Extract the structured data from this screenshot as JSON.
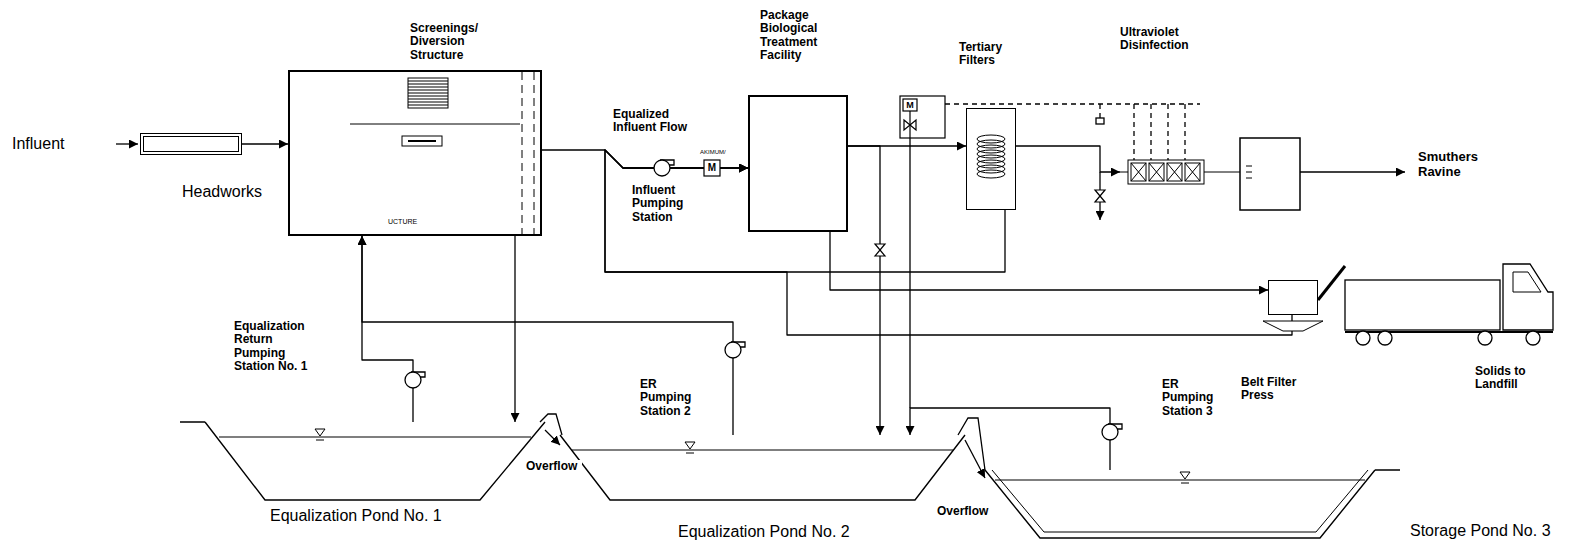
{
  "diagram": {
    "nodes": [
      {
        "text": [
          "Headworks"
        ]
      },
      {
        "text": [
          "Screenings/ Diversion Structure",
          "UCTURE"
        ]
      },
      {
        "text": [
          "Package Biological Treatment Facility"
        ]
      },
      {
        "text": [
          "Tertiary Filters"
        ]
      },
      {
        "text": [
          "Ultraviolet Disinfection"
        ]
      },
      {
        "text": [
          "Belt Filter Press"
        ]
      },
      {
        "text": [
          "Solids to Landfill"
        ]
      },
      {
        "text": [
          "Equalization Pond No. 1"
        ]
      },
      {
        "text": [
          "Equalization Pond No. 2"
        ]
      },
      {
        "text": [
          "Storage Pond No. 3"
        ]
      }
    ],
    "edges": [
      {
        "from": 0,
        "to": 1,
        "arrow": "to"
      },
      {
        "from": 1,
        "to": 2,
        "arrow": "to"
      },
      {
        "from": 2,
        "to": 3,
        "arrow": "to"
      },
      {
        "from": 3,
        "to": 4,
        "arrow": "to"
      },
      {
        "from": 1,
        "to": 7,
        "arrow": "to"
      },
      {
        "from": 7,
        "to": 1,
        "arrow": "to"
      },
      {
        "from": 8,
        "to": 1,
        "arrow": "to"
      },
      {
        "from": 7,
        "to": 8,
        "arrow": "to"
      },
      {
        "from": 8,
        "to": 9,
        "arrow": "to"
      },
      {
        "from": 2,
        "to": 8,
        "arrow": "to"
      },
      {
        "from": 9,
        "to": 8,
        "arrow": "to"
      },
      {
        "from": 2,
        "to": 5,
        "arrow": "to"
      },
      {
        "from": 5,
        "to": 2,
        "arrow": "to"
      },
      {
        "from": 3,
        "to": 2,
        "arrow": "to"
      },
      {
        "from": 5,
        "to": 6,
        "arrow": "none"
      }
    ],
    "labels": [
      "Influent",
      "Equalized Influent Flow",
      "AKIMUM/",
      "M",
      "Influent Pumping Station",
      "M",
      "Smuthers Ravine",
      "Equalization Return Pumping Station No. 1",
      "ER Pumping Station 2",
      "ER Pumping Station 3",
      "Overflow",
      "Overflow"
    ]
  }
}
